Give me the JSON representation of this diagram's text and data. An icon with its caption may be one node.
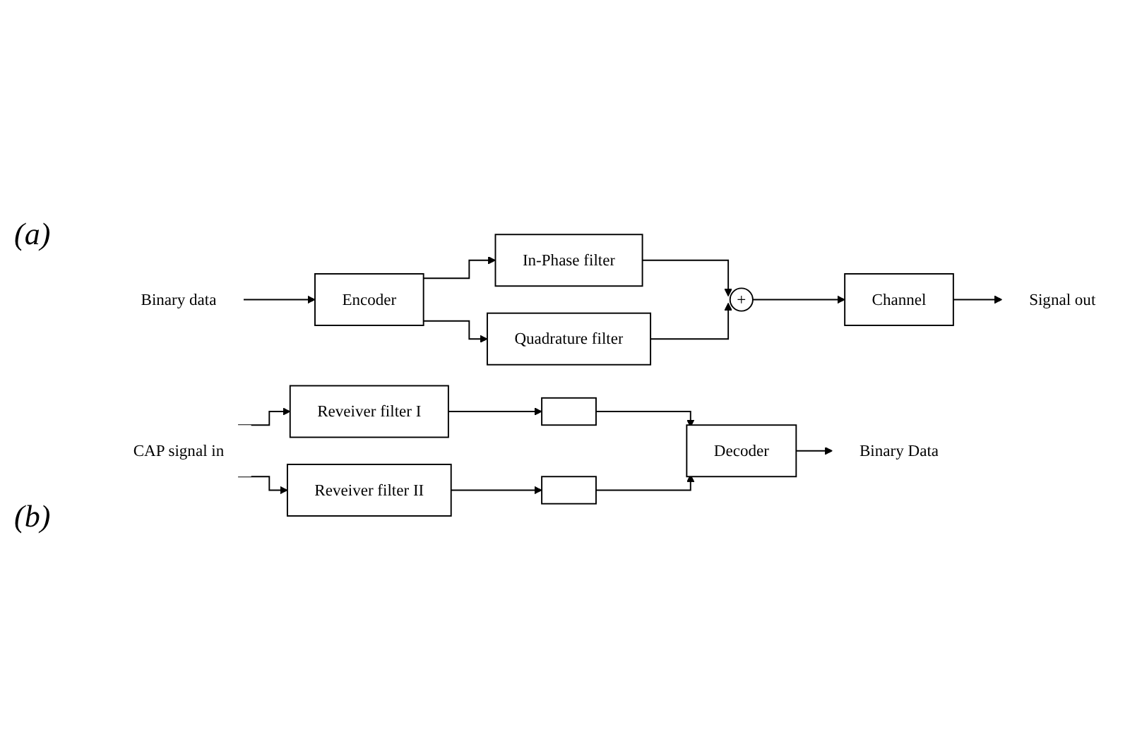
{
  "diagram": {
    "nodes": [
      {
        "text": [
          "Binary data"
        ]
      },
      {
        "text": [
          "Encoder"
        ]
      },
      {
        "text": [
          "In-Phase filter"
        ]
      },
      {
        "text": [
          "Quadrature filter"
        ]
      },
      {
        "text": [
          "+"
        ]
      },
      {
        "text": [
          "Channel"
        ]
      },
      {
        "text": [
          "Signal out"
        ]
      },
      {
        "text": [
          "CAP signal in"
        ]
      },
      {
        "text": [
          "Reveiver filter I"
        ]
      },
      {
        "text": [
          "Reveiver filter II"
        ]
      },
      {
        "text": [],
        "shape": "box"
      },
      {
        "text": [],
        "shape": "box"
      },
      {
        "text": [
          "Decoder"
        ]
      },
      {
        "text": [
          "Binary Data"
        ]
      }
    ],
    "edges": [
      {
        "from": 0,
        "to": 1,
        "arrow": "to"
      },
      {
        "from": 1,
        "to": 2,
        "arrow": "to"
      },
      {
        "from": 1,
        "to": 3,
        "arrow": "to"
      },
      {
        "from": 2,
        "to": 4,
        "arrow": "to"
      },
      {
        "from": 3,
        "to": 4,
        "arrow": "to"
      },
      {
        "from": 4,
        "to": 5,
        "arrow": "to"
      },
      {
        "from": 5,
        "to": 6,
        "arrow": "to"
      },
      {
        "from": 7,
        "to": 8,
        "arrow": "to"
      },
      {
        "from": 7,
        "to": 9,
        "arrow": "to"
      },
      {
        "from": 8,
        "to": 10,
        "arrow": "to"
      },
      {
        "from": 9,
        "to": 11,
        "arrow": "to"
      },
      {
        "from": 10,
        "to": 12,
        "arrow": "to"
      },
      {
        "from": 11,
        "to": 12,
        "arrow": "to"
      },
      {
        "from": 12,
        "to": 13,
        "arrow": "to"
      }
    ],
    "labels": [
      "(a)",
      "(b)"
    ]
  }
}
